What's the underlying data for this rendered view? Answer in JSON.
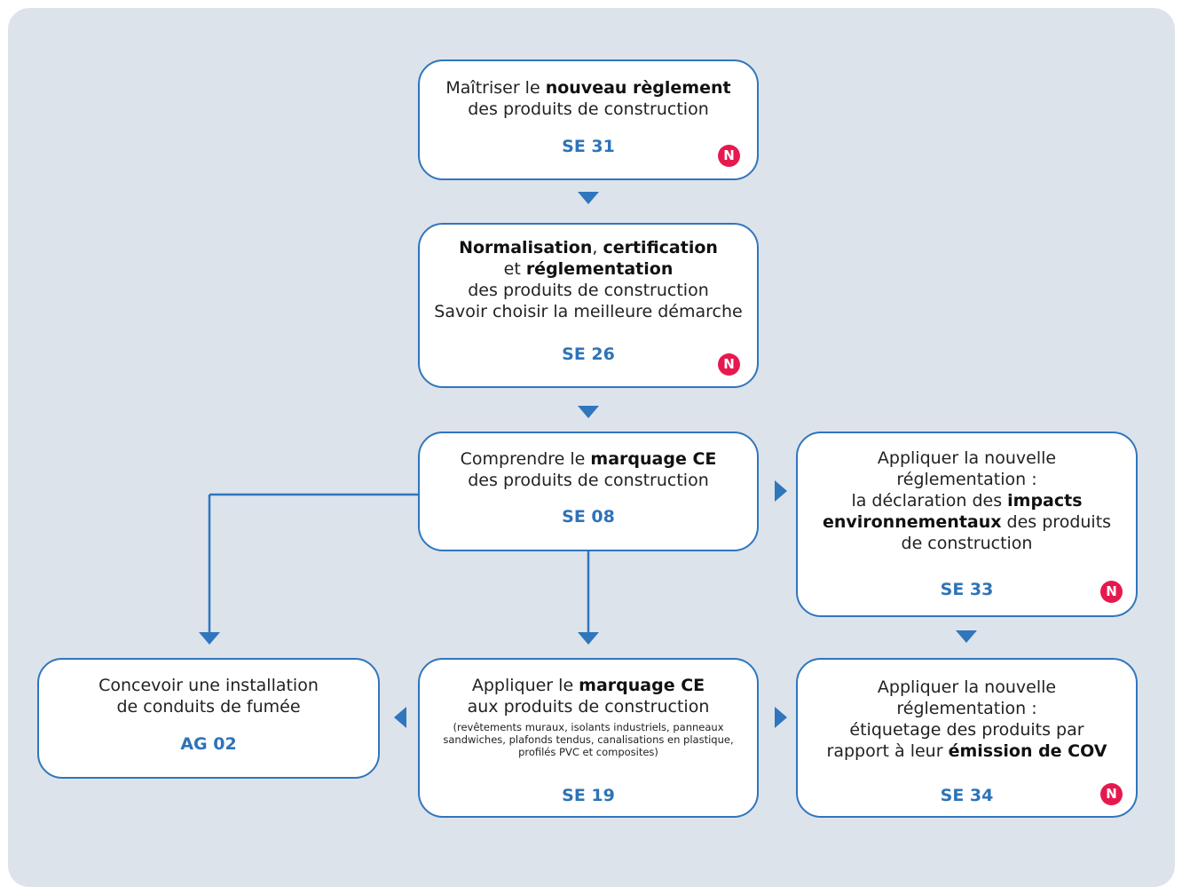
{
  "colors": {
    "background_panel": "#dde3ea",
    "box_border": "#2f76bd",
    "code_text": "#2e73b8",
    "badge": "#e6194f"
  },
  "boxes": {
    "se31": {
      "line1_pre": "Maîtriser le ",
      "line1_bold": "nouveau règlement",
      "line2": "des produits de construction",
      "code": "SE 31",
      "badge": "N"
    },
    "se26": {
      "line1_bold_a": "Normalisation",
      "line1_sep": ", ",
      "line1_bold_b": "certification",
      "line2_pre": "et ",
      "line2_bold": "réglementation",
      "line3": "des produits de construction",
      "line4": "Savoir choisir la meilleure démarche",
      "code": "SE 26",
      "badge": "N"
    },
    "se08": {
      "line1_pre": "Comprendre le ",
      "line1_bold": "marquage CE",
      "line2": "des produits de construction",
      "code": "SE 08"
    },
    "se33": {
      "line1": "Appliquer la nouvelle",
      "line2": "réglementation :",
      "line3_pre": "la déclaration des ",
      "line3_bold": "impacts",
      "line4_bold": "environnementaux",
      "line4_post": " des produits",
      "line5": "de construction",
      "code": "SE 33",
      "badge": "N"
    },
    "ag02": {
      "line1": "Concevoir une installation",
      "line2": "de conduits de fumée",
      "code": "AG 02"
    },
    "se19": {
      "line1_pre": "Appliquer le ",
      "line1_bold": "marquage CE",
      "line2": "aux produits de construction",
      "small1": "(revêtements muraux, isolants industriels, panneaux",
      "small2": "sandwiches, plafonds tendus, canalisations en plastique,",
      "small3": "profilés PVC et composites)",
      "code": "SE 19"
    },
    "se34": {
      "line1": "Appliquer la nouvelle",
      "line2": "réglementation :",
      "line3": "étiquetage des produits par",
      "line4_pre": "rapport à leur ",
      "line4_bold": "émission de COV",
      "code": "SE 34",
      "badge": "N"
    }
  }
}
